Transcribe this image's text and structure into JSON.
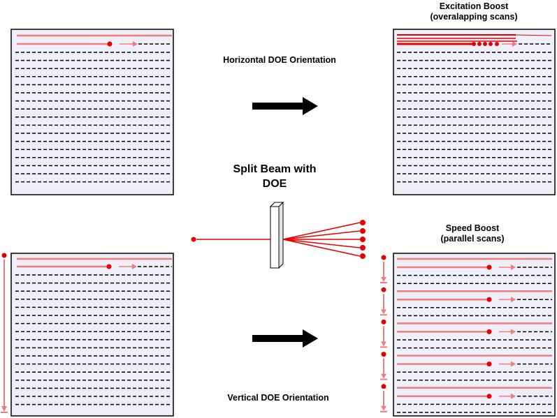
{
  "labels": {
    "horizontal_orientation": "Horizontal DOE Orientation",
    "vertical_orientation": "Vertical DOE Orientation",
    "split_beam_line1": "Split Beam with",
    "split_beam_line2": "DOE",
    "excitation_line1": "Excitation Boost",
    "excitation_line2": "(overalapping scans)",
    "speed_line1": "Speed Boost",
    "speed_line2": "(parallel scans)"
  },
  "colors": {
    "panel_fill": "#efeff9",
    "scan_line": "#000000",
    "laser": "#e60000",
    "laser_light": "#f07b7b",
    "arrow": "#000000"
  },
  "diagram": {
    "panels": [
      "single-beam-horizontal",
      "overlapping-scans",
      "single-beam-vertical",
      "parallel-scans"
    ],
    "doe_beam_count": 5
  }
}
